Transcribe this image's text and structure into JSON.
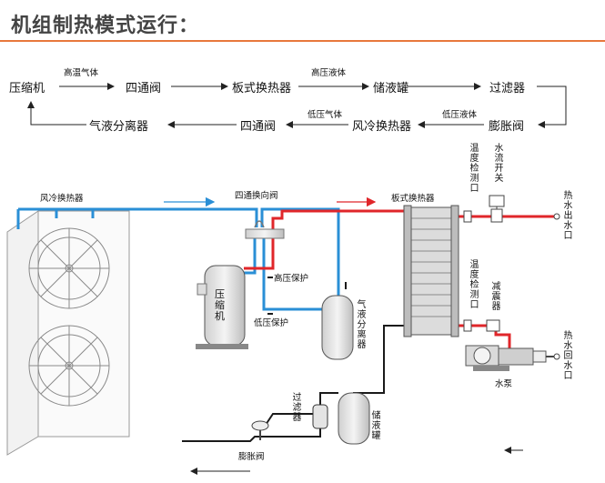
{
  "title": "机组制热模式运行：",
  "flow": {
    "compressor": "压缩机",
    "fourway_top": "四通阀",
    "plate_hx": "板式换热器",
    "receiver": "储液罐",
    "filter": "过滤器",
    "expansion": "膨胀阀",
    "air_hx": "风冷换热器",
    "fourway_bottom": "四通阀",
    "separator": "气液分离器",
    "lbl_hot_gas": "高温气体",
    "lbl_hp_liquid": "高压液体",
    "lbl_lp_gas": "低压气体",
    "lbl_lp_liquid": "低压液体"
  },
  "diagram": {
    "air_hx": "风冷换热器",
    "fourway": "四通换向阀",
    "plate_hx": "板式换热器",
    "compressor": "压缩机",
    "high_pressure": "高压保护",
    "low_pressure": "低压保护",
    "separator": "气液分离器",
    "temp_outlet": "温度检测口",
    "water_switch": "水流开关",
    "hot_water_out": "热水出水口",
    "temp_inlet": "温度检测口",
    "damper": "减震器",
    "hot_water_return": "热水回水口",
    "pump": "水泵",
    "filter": "过滤器",
    "receiver": "储液罐",
    "expansion": "膨胀阀"
  },
  "colors": {
    "hot": "#e0262a",
    "cold": "#2a8fd6",
    "pipe": "#1a1a1a",
    "accent": "#e8783c"
  }
}
